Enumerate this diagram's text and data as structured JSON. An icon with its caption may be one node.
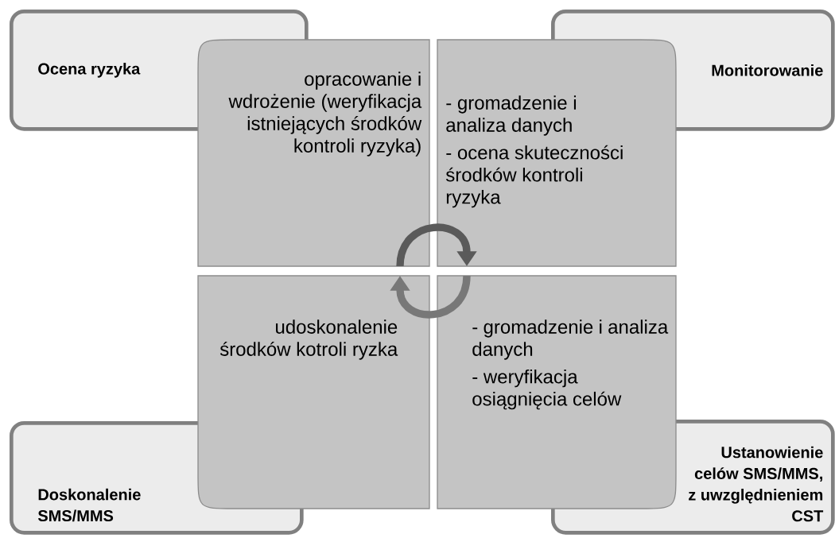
{
  "diagram": {
    "nodes": [
      {
        "text": [
          "Ocena ryzyka"
        ]
      },
      {
        "text": [
          "Monitorowanie"
        ]
      },
      {
        "text": [
          "opracowanie i wdrożenie (weryfikacja istniejących środków kontroli ryzyka)"
        ]
      },
      {
        "text": [
          "- gromadzenie i analiza danych",
          "- ocena skuteczności środków kontroli ryzyka"
        ]
      },
      {
        "text": [
          "udoskonalenie środków kotroli ryzka"
        ]
      },
      {
        "text": [
          "- gromadzenie i analiza danych",
          "- weryfikacja osiągnięcia celów"
        ]
      },
      {
        "text": [
          "Doskonalenie SMS/MMS"
        ]
      },
      {
        "text": [
          "Ustanowienie celów SMS/MMS, z uwzględnieniem CST"
        ]
      }
    ],
    "edges": [
      {
        "from": 2,
        "to": 3,
        "arrow": "to"
      },
      {
        "from": 5,
        "to": 4,
        "arrow": "to"
      }
    ]
  }
}
